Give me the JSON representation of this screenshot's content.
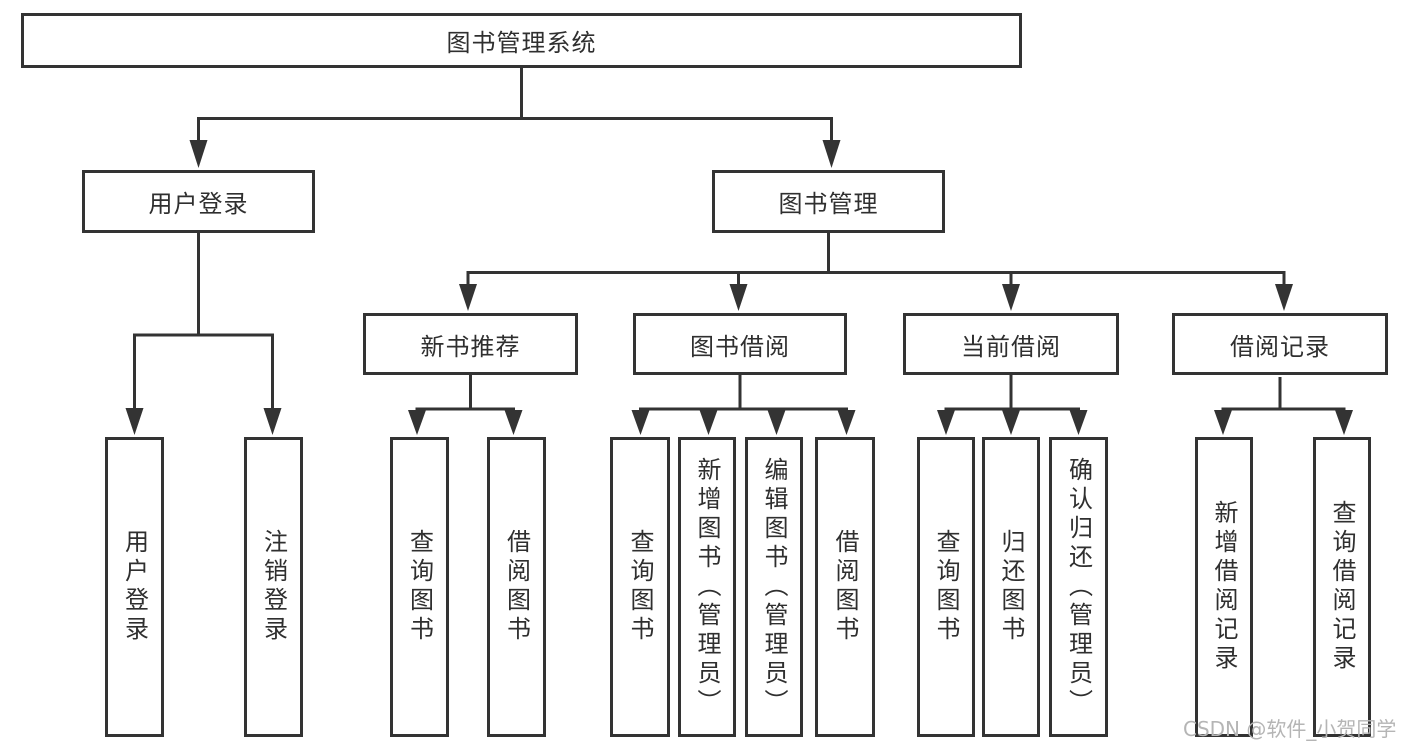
{
  "diagram": {
    "root": {
      "label": "图书管理系统"
    },
    "branches": [
      {
        "label": "用户登录",
        "children": [
          {
            "label": "用户登录"
          },
          {
            "label": "注销登录"
          }
        ]
      },
      {
        "label": "图书管理",
        "children": [
          {
            "label": "新书推荐",
            "children": [
              {
                "label": "查询图书"
              },
              {
                "label": "借阅图书"
              }
            ]
          },
          {
            "label": "图书借阅",
            "children": [
              {
                "label": "查询图书"
              },
              {
                "label": "新增图书（管理员）"
              },
              {
                "label": "编辑图书（管理员）"
              },
              {
                "label": "借阅图书"
              }
            ]
          },
          {
            "label": "当前借阅",
            "children": [
              {
                "label": "查询图书"
              },
              {
                "label": "归还图书"
              },
              {
                "label": "确认归还（管理员）"
              }
            ]
          },
          {
            "label": "借阅记录",
            "children": [
              {
                "label": "新增借阅记录"
              },
              {
                "label": "查询借阅记录"
              }
            ]
          }
        ]
      }
    ]
  },
  "watermark": {
    "text": "CSDN @软件_小贺同学"
  },
  "colors": {
    "line": "#333333",
    "text": "#2f2f2f",
    "box_background": "#ffffff",
    "watermark": "#b5b5b5"
  }
}
